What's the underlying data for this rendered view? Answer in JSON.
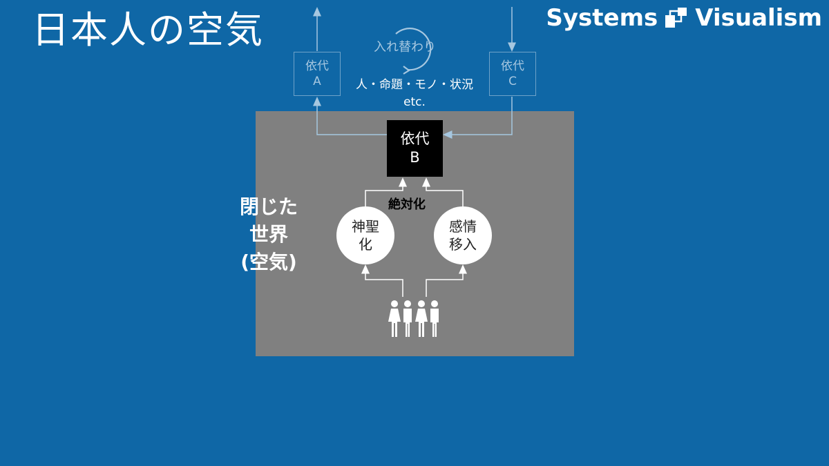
{
  "slide": {
    "title": "日本人の空気",
    "brand": "Systems",
    "brand_suffix": "Visualism"
  },
  "diagram": {
    "closed_world": [
      "閉じた",
      "世界",
      "(空気)"
    ],
    "node_a": [
      "依代",
      "A"
    ],
    "node_b": [
      "依代",
      "B"
    ],
    "node_c": [
      "依代",
      "C"
    ],
    "swap_label": "入れ替わり",
    "examples": [
      "人・命題・モノ・状況",
      "etc."
    ],
    "absolutize_label": "絶対化",
    "sanctify": [
      "神聖",
      "化"
    ],
    "empathy": [
      "感情",
      "移入"
    ],
    "people_icon": "group-of-people-icon",
    "cycle_icon": "circular-arrow-icon"
  },
  "colors": {
    "background": "#0f67a6",
    "closed_world_fill": "#808080",
    "focus_node_fill": "#000000",
    "muted": "#a6c7e0"
  }
}
